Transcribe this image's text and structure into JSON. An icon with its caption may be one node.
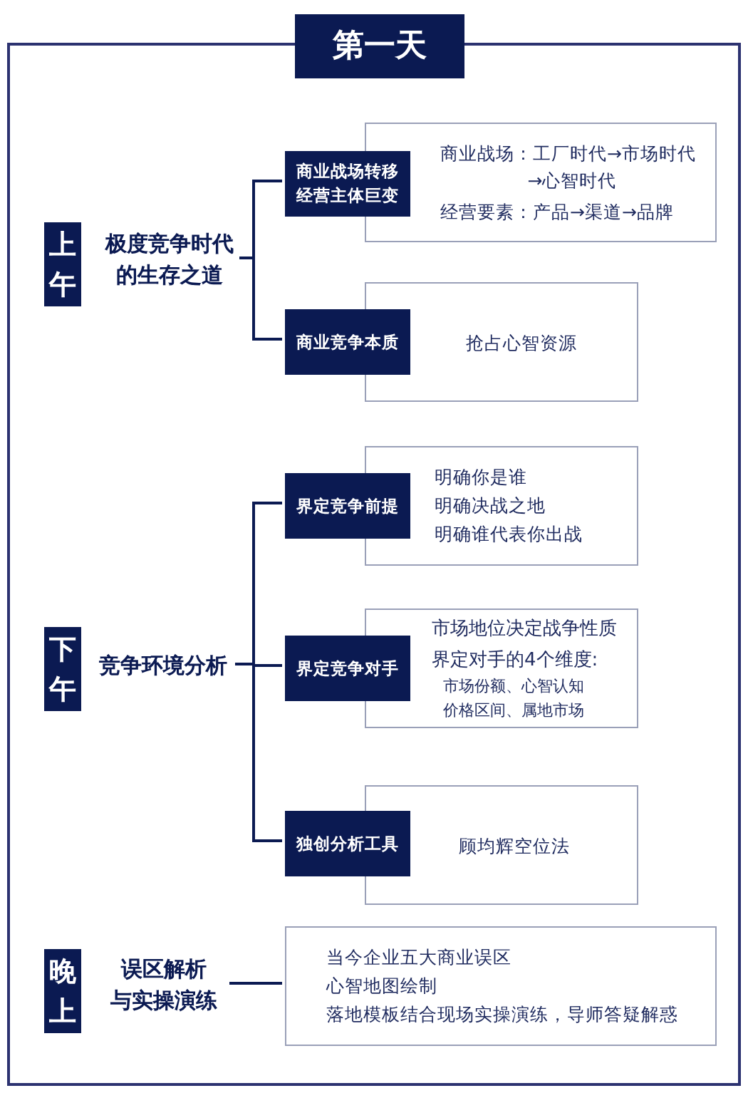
{
  "diagram": {
    "nodes": [
      {
        "text": [
          "第一天"
        ]
      },
      {
        "text": [
          "上午"
        ],
        "in": 0
      },
      {
        "text": [
          "极度竞争时代的生存之道"
        ],
        "in": 0
      },
      {
        "text": [
          "商业战场转移经营主体巨变"
        ],
        "in": 0
      },
      {
        "text": [
          "商业战场：工厂时代→市场时代→心智时代",
          "经营要素：产品→渠道→品牌"
        ],
        "in": 0
      },
      {
        "text": [
          "商业竞争本质"
        ],
        "in": 0
      },
      {
        "text": [
          "抢占心智资源"
        ],
        "in": 0
      },
      {
        "text": [
          "下午"
        ],
        "in": 0
      },
      {
        "text": [
          "竞争环境分析"
        ],
        "in": 0
      },
      {
        "text": [
          "界定竞争前提"
        ],
        "in": 0
      },
      {
        "text": [
          "明确你是谁",
          "明确决战之地",
          "明确谁代表你出战"
        ],
        "in": 0
      },
      {
        "text": [
          "界定竞争对手"
        ],
        "in": 0
      },
      {
        "text": [
          "市场地位决定战争性质",
          "界定对手的4个维度:",
          "市场份额、心智认知价格区间、属地市场"
        ],
        "in": 0
      },
      {
        "text": [
          "独创分析工具"
        ],
        "in": 0
      },
      {
        "text": [
          "顾均辉空位法"
        ],
        "in": 0
      },
      {
        "text": [
          "晚上"
        ],
        "in": 0
      },
      {
        "text": [
          "误区解析",
          "与实操演练"
        ],
        "in": 0
      },
      {
        "text": [
          "当今企业五大商业误区",
          "心智地图绘制",
          "落地模板结合现场实操演练，导师答疑解惑"
        ],
        "in": 0
      }
    ],
    "edges": [
      {
        "from": 2,
        "to": 3,
        "arrow": "none"
      },
      {
        "from": 2,
        "to": 5,
        "arrow": "none"
      },
      {
        "from": 8,
        "to": 9,
        "arrow": "none"
      },
      {
        "from": 8,
        "to": 11,
        "arrow": "none"
      },
      {
        "from": 8,
        "to": 13,
        "arrow": "none"
      },
      {
        "from": 16,
        "to": 17,
        "arrow": "none"
      }
    ]
  }
}
